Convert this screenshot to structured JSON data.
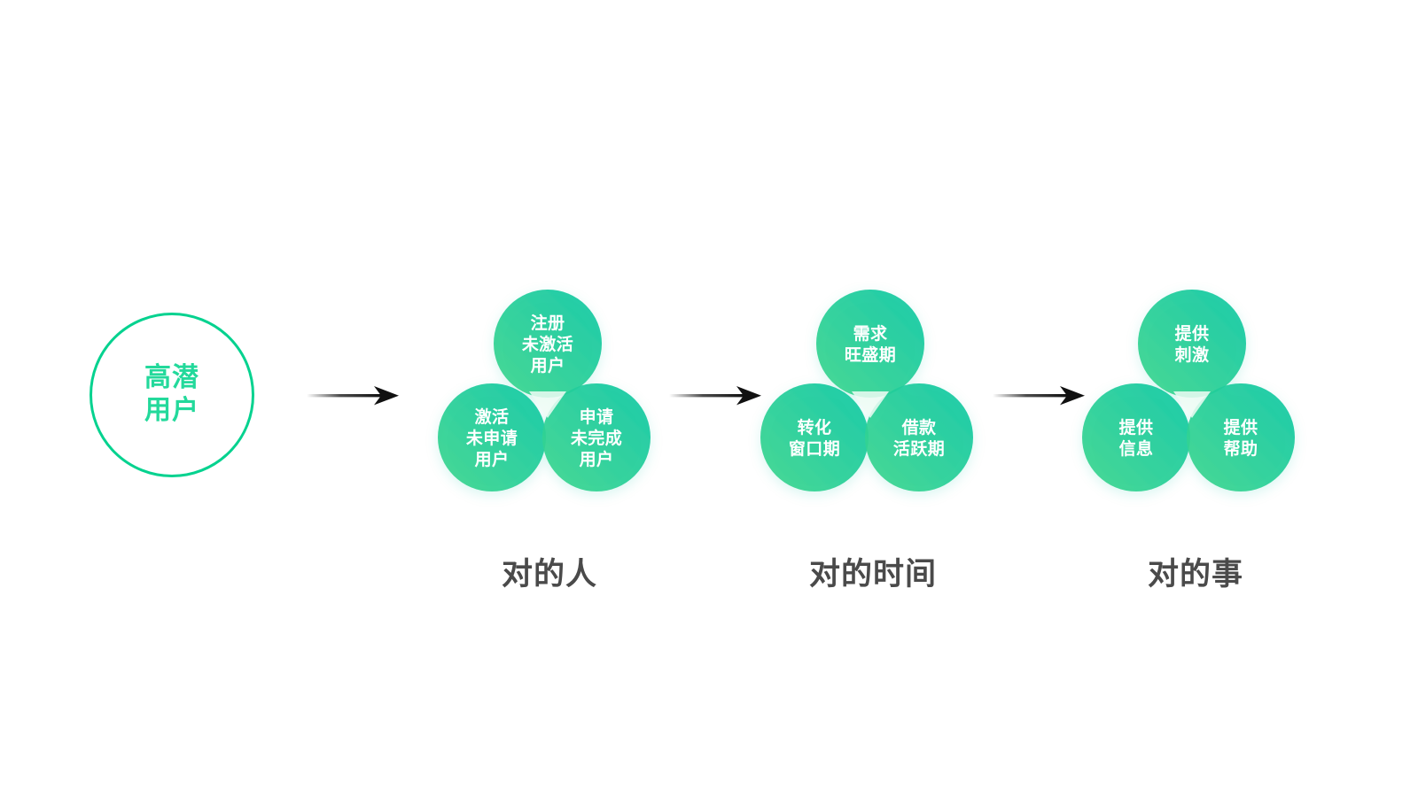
{
  "page": {
    "background": "#ffffff",
    "title": "用户增长策略流程图"
  },
  "palette": {
    "ring_stroke": "#05d28f",
    "ring_text": "#23d99b",
    "bubble_gradient_from": "#3ed68d",
    "bubble_gradient_to": "#0ec7a4",
    "bubble_text": "#ffffff",
    "caption_text": "#4a4a4a",
    "arrow": "#111111",
    "overlap_tint": "#e9fbf3"
  },
  "seed": {
    "name": "high-potential-users",
    "label": "高潜\n用户"
  },
  "arrows": [
    {
      "name": "arrow-1",
      "label": "→"
    },
    {
      "name": "arrow-2",
      "label": "→"
    },
    {
      "name": "arrow-3",
      "label": "→"
    }
  ],
  "stages": [
    {
      "id": "right-people",
      "caption": "对的人",
      "bubbles": [
        {
          "position": "top",
          "label": "注册\n未激活\n用户"
        },
        {
          "position": "bottom-left",
          "label": "激活\n未申请\n用户"
        },
        {
          "position": "bottom-right",
          "label": "申请\n未完成\n用户"
        }
      ]
    },
    {
      "id": "right-time",
      "caption": "对的时间",
      "bubbles": [
        {
          "position": "top",
          "label": "需求\n旺盛期"
        },
        {
          "position": "bottom-left",
          "label": "转化\n窗口期"
        },
        {
          "position": "bottom-right",
          "label": "借款\n活跃期"
        }
      ]
    },
    {
      "id": "right-thing",
      "caption": "对的事",
      "bubbles": [
        {
          "position": "top",
          "label": "提供\n刺激"
        },
        {
          "position": "bottom-left",
          "label": "提供\n信息"
        },
        {
          "position": "bottom-right",
          "label": "提供\n帮助"
        }
      ]
    }
  ]
}
